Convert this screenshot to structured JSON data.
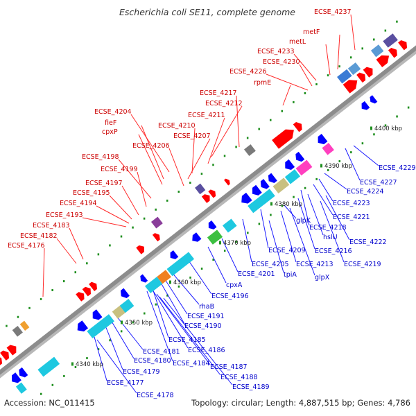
{
  "title": "Escherichia coli SE11, complete genome",
  "footer": {
    "accession": "Accession: NC_011415",
    "summary": "Topology: circular; Length: 4,887,515 bp; Genes: 4,786"
  },
  "colors": {
    "backbone": "#8c8c8c",
    "forward_cds": "#ff0000",
    "reverse_cds": "#0000ff",
    "forward_label": "#cc0000",
    "reverse_label": "#0000cc",
    "tick": "#1f8f1f"
  },
  "ticks": [
    {
      "label": "4340 kbp"
    },
    {
      "label": "4350 kbp"
    },
    {
      "label": "4360 kbp"
    },
    {
      "label": "4370 kbp"
    },
    {
      "label": "4380 kbp"
    },
    {
      "label": "4390 kbp"
    },
    {
      "label": "4400 kbp"
    }
  ],
  "forward_labels": [
    "ECSE_4237",
    "metF",
    "metL",
    "ECSE_4233",
    "ECSE_4230",
    "ECSE_4226",
    "rpmE",
    "ECSE_4217",
    "ECSE_4212",
    "ECSE_4211",
    "ECSE_4210",
    "ECSE_4207",
    "ECSE_4206",
    "ECSE_4204",
    "fieF",
    "cpxP",
    "ECSE_4198",
    "ECSE_4199",
    "ECSE_4197",
    "ECSE_4195",
    "ECSE_4194",
    "ECSE_4193",
    "ECSE_4183",
    "ECSE_4182",
    "ECSE_4176"
  ],
  "reverse_labels": [
    "ECSE_4229",
    "ECSE_4227",
    "ECSE_4224",
    "ECSE_4223",
    "ECSE_4221",
    "ECSE_4218",
    "hslU",
    "ECSE_4222",
    "ECSE_4216",
    "glpK",
    "ECSE_4209",
    "ECSE_4213",
    "ECSE_4219",
    "ECSE_4205",
    "tpiA",
    "glpX",
    "ECSE_4201",
    "cpxA",
    "ECSE_4196",
    "rhaB",
    "ECSE_4191",
    "ECSE_4190",
    "ECSE_4185",
    "ECSE_4186",
    "ECSE_4181",
    "ECSE_4180",
    "ECSE_4184",
    "ECSE_4179",
    "ECSE_4187",
    "ECSE_4188",
    "ECSE_4189",
    "ECSE_4177",
    "ECSE_4178"
  ]
}
